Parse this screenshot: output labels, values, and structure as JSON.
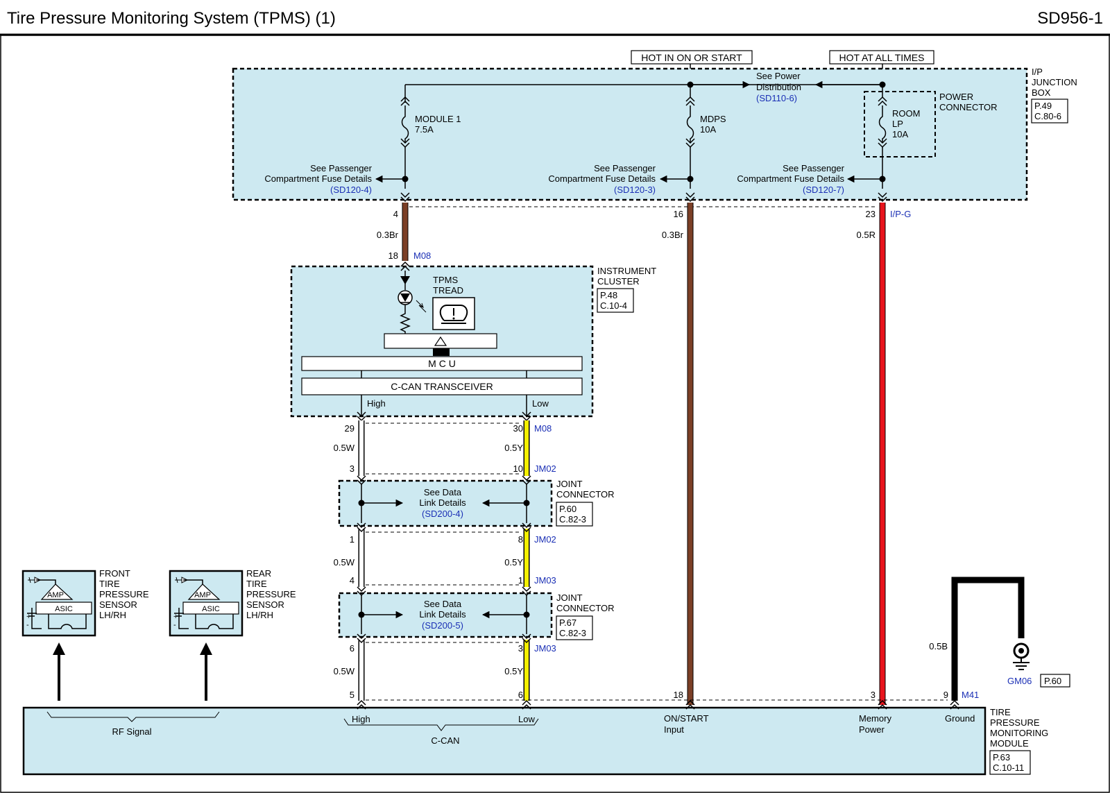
{
  "title": "Tire Pressure Monitoring System (TPMS) (1)",
  "page_code": "SD956-1",
  "power_labels": {
    "hot_on_start": "HOT IN ON OR START",
    "hot_all_times": "HOT AT ALL TIMES"
  },
  "junction_box": {
    "name_lines": [
      "I/P",
      "JUNCTION",
      "BOX"
    ],
    "ref_lines": [
      "P.49",
      "C.80-6"
    ],
    "power_connector_lines": [
      "POWER",
      "CONNECTOR"
    ],
    "see_power_lines": [
      "See Power",
      "Distribution"
    ],
    "see_power_ref": "(SD110-6)",
    "fuses": [
      {
        "lines": [
          "MODULE 1",
          "7.5A"
        ]
      },
      {
        "lines": [
          "MDPS",
          "10A"
        ]
      },
      {
        "lines": [
          "ROOM",
          "LP",
          "10A"
        ]
      }
    ],
    "fuse_details": [
      {
        "lines": [
          "See Passenger",
          "Compartment Fuse Details"
        ],
        "ref": "(SD120-4)"
      },
      {
        "lines": [
          "See Passenger",
          "Compartment Fuse Details"
        ],
        "ref": "(SD120-3)"
      },
      {
        "lines": [
          "See Passenger",
          "Compartment Fuse Details"
        ],
        "ref": "(SD120-7)"
      }
    ]
  },
  "wires": {
    "pin_4": "4",
    "pin_16": "16",
    "pin_23": "23",
    "conn_ipg": "I/P-G",
    "w1_spec": "0.3Br",
    "w2_spec": "0.3Br",
    "w3_spec": "0.5R",
    "pin_18": "18",
    "conn_m08a": "M08",
    "pin_29": "29",
    "pin_30": "30",
    "conn_m08b": "M08",
    "spec_05w_a": "0.5W",
    "spec_05y_a": "0.5Y",
    "pin_3": "3",
    "pin_10": "10",
    "conn_jm02a": "JM02",
    "pin_1": "1",
    "pin_8": "8",
    "conn_jm02b": "JM02",
    "spec_05w_b": "0.5W",
    "spec_05y_b": "0.5Y",
    "pin_4b": "4",
    "pin_1b": "1",
    "conn_jm03a": "JM03",
    "pin_6": "6",
    "pin_3b": "3",
    "conn_jm03b": "JM03",
    "spec_05w_c": "0.5W",
    "spec_05y_c": "0.5Y",
    "pin_5": "5",
    "pin_6b": "6",
    "pin_18b": "18",
    "pin_3c": "3",
    "pin_9": "9",
    "conn_m41": "M41",
    "spec_05b": "0.5B",
    "ground_name": "GM06",
    "ground_ref": "P.60"
  },
  "instrument_cluster": {
    "name_lines": [
      "INSTRUMENT",
      "CLUSTER"
    ],
    "ref_lines": [
      "P.48",
      "C.10-4"
    ],
    "lamp_lines": [
      "TPMS",
      "TREAD"
    ],
    "mcu": "M C U",
    "transceiver": "C-CAN TRANSCEIVER",
    "high": "High",
    "low": "Low"
  },
  "joint_connectors": [
    {
      "name_lines": [
        "JOINT",
        "CONNECTOR"
      ],
      "ref_lines": [
        "P.60",
        "C.82-3"
      ],
      "see_lines": [
        "See Data",
        "Link Details"
      ],
      "see_ref": "(SD200-4)"
    },
    {
      "name_lines": [
        "JOINT",
        "CONNECTOR"
      ],
      "ref_lines": [
        "P.67",
        "C.82-3"
      ],
      "see_lines": [
        "See Data",
        "Link Details"
      ],
      "see_ref": "(SD200-5)"
    }
  ],
  "sensors": [
    {
      "name_lines": [
        "FRONT",
        "TIRE",
        "PRESSURE",
        "SENSOR",
        "LH/RH"
      ],
      "amp": "AMP",
      "asic": "ASIC"
    },
    {
      "name_lines": [
        "REAR",
        "TIRE",
        "PRESSURE",
        "SENSOR",
        "LH/RH"
      ],
      "amp": "AMP",
      "asic": "ASIC"
    }
  ],
  "module": {
    "name_lines": [
      "TIRE",
      "PRESSURE",
      "MONITORING",
      "MODULE"
    ],
    "ref_lines": [
      "P.63",
      "C.10-11"
    ],
    "rf_signal": "RF Signal",
    "high": "High",
    "low": "Low",
    "ccan": "C-CAN",
    "on_start_lines": [
      "ON/START",
      "Input"
    ],
    "memory_lines": [
      "Memory",
      "Power"
    ],
    "ground": "Ground"
  },
  "colors": {
    "brown": "#7b3f26",
    "red": "#e8141c",
    "yellow": "#f4f000",
    "white": "#ffffff",
    "black": "#000000",
    "box_fill": "#cde9f1",
    "ref_blue": "#1a2fb5"
  }
}
